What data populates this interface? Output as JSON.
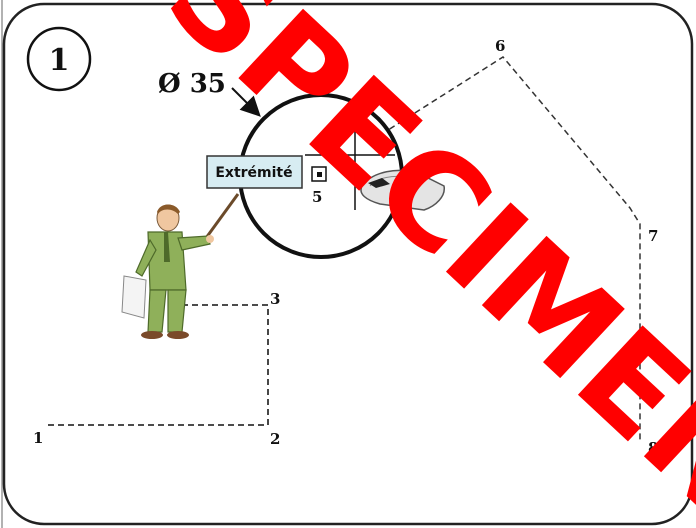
{
  "step_number": "1",
  "diameter_label": "Ø 35",
  "endpoint_tag": "Extrémité",
  "points": [
    "1",
    "2",
    "3",
    "5",
    "6",
    "7",
    "8"
  ],
  "watermark": "SPECIMEN",
  "colors": {
    "watermark": "#ff0000",
    "tag_fill": "#d7ecf2",
    "figure_green": "#8fb05a"
  },
  "icons": [
    "teacher-pointer-figure",
    "computer-mouse-icon",
    "crosshair-cursor-icon"
  ]
}
